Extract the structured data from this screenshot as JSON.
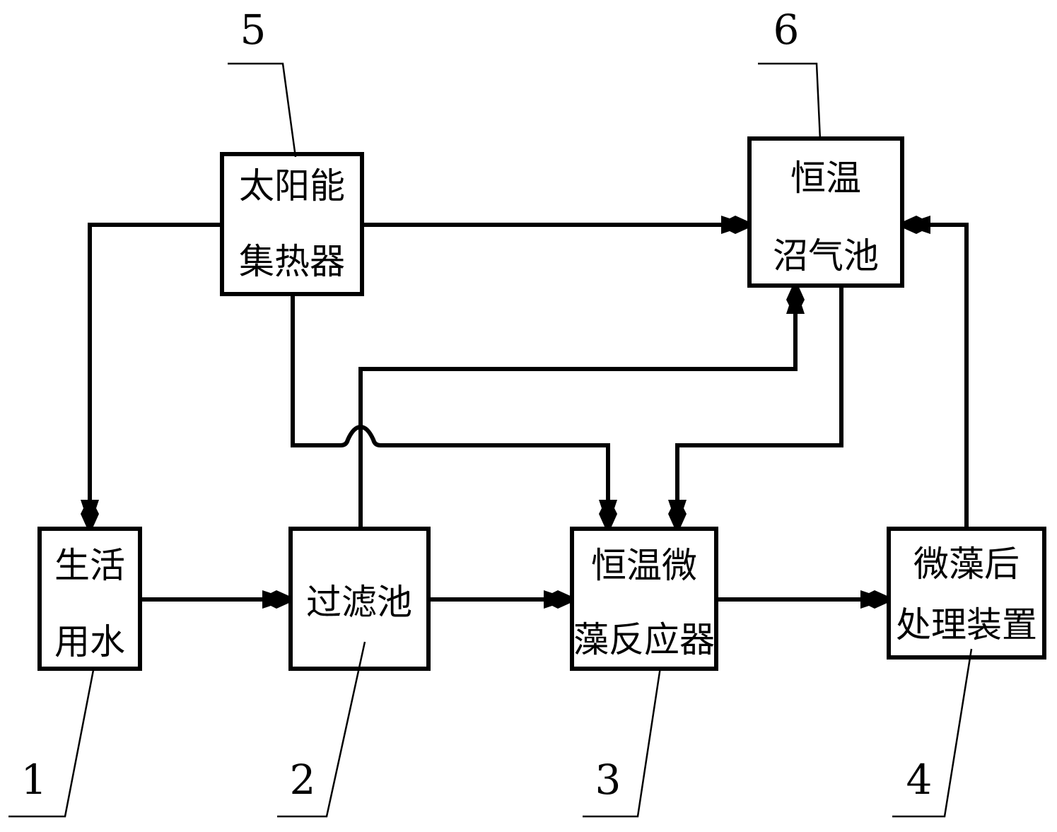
{
  "boxes": {
    "domestic_water": [
      "生活",
      "用水"
    ],
    "filter_tank": [
      "过滤池"
    ],
    "microalgae_reactor": [
      "恒温微",
      "藻反应器"
    ],
    "post_treatment": [
      "微藻后",
      "处理装置"
    ],
    "solar_collector": [
      "太阳能",
      "集热器"
    ],
    "biogas_tank": [
      "恒温",
      "沼气池"
    ]
  },
  "labels": {
    "n1": "1",
    "n2": "2",
    "n3": "3",
    "n4": "4",
    "n5": "5",
    "n6": "6"
  },
  "colors": {
    "stroke": "#000000",
    "background": "#ffffff"
  }
}
